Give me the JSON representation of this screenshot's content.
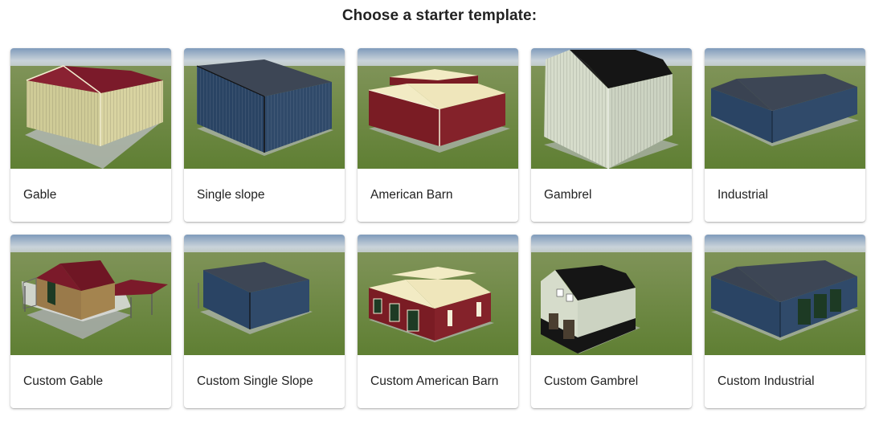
{
  "page": {
    "heading": "Choose a starter template:"
  },
  "templates": [
    {
      "label": "Gable",
      "icon": "gable-building-thumbnail"
    },
    {
      "label": "Single slope",
      "icon": "single-slope-building-thumbnail"
    },
    {
      "label": "American Barn",
      "icon": "american-barn-building-thumbnail"
    },
    {
      "label": "Gambrel",
      "icon": "gambrel-building-thumbnail"
    },
    {
      "label": "Industrial",
      "icon": "industrial-building-thumbnail"
    },
    {
      "label": "Custom Gable",
      "icon": "custom-gable-building-thumbnail"
    },
    {
      "label": "Custom Single Slope",
      "icon": "custom-single-slope-building-thumbnail"
    },
    {
      "label": "Custom American Barn",
      "icon": "custom-american-barn-building-thumbnail"
    },
    {
      "label": "Custom Gambrel",
      "icon": "custom-gambrel-building-thumbnail"
    },
    {
      "label": "Custom Industrial",
      "icon": "custom-industrial-building-thumbnail"
    }
  ],
  "colors": {
    "sky": "#8fa9c4",
    "grass": "#6e8c3f",
    "roof_red": "#7b1a2a",
    "roof_dark": "#3d4655",
    "roof_black": "#151515",
    "roof_cream": "#f2ebc4",
    "wall_cream": "#d8d3a1",
    "wall_blue": "#2f4a68",
    "wall_red": "#7a1c24",
    "wall_white": "#d6dccb",
    "wall_tan": "#9a7a4a"
  }
}
